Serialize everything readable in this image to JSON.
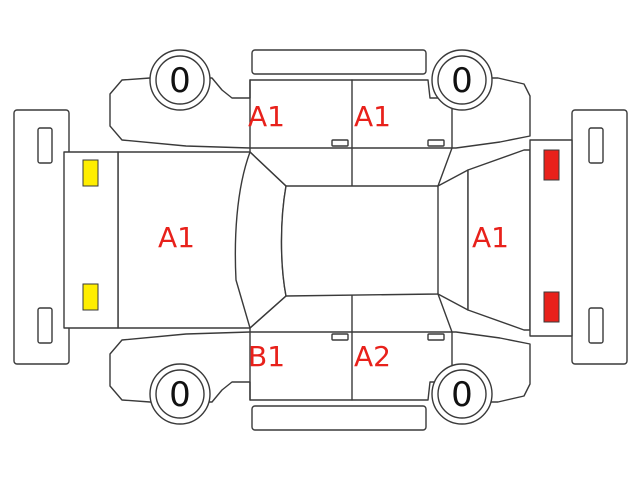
{
  "damage_codes": {
    "front_left_door": "A1",
    "rear_left_door": "A1",
    "hood": "A1",
    "trunk": "A1",
    "front_right_door": "B1",
    "rear_right_door": "A2"
  },
  "tires": {
    "front_left": "0",
    "rear_left": "0",
    "front_right": "0",
    "rear_right": "0"
  },
  "colors": {
    "code_text": "#e8211b",
    "headlight": "#ffee00",
    "taillight": "#e8211b",
    "outline": "#3a3a3a"
  }
}
